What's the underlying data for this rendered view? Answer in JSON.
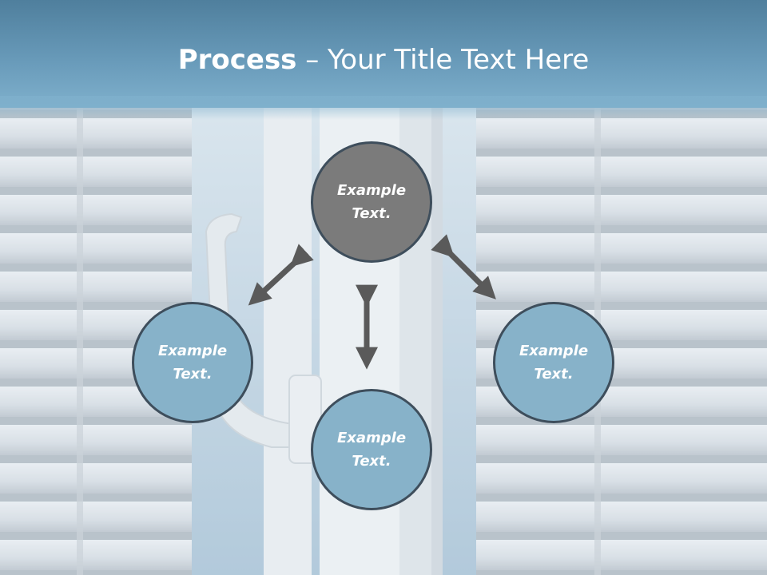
{
  "slide": {
    "title_bold": "Process",
    "title_rest": " – Your Title Text Here"
  },
  "circles": [
    {
      "line1": "Example",
      "line2": "Text.",
      "color": "#7b7b7b"
    },
    {
      "line1": "Example",
      "line2": "Text.",
      "color": "#87b2c9"
    },
    {
      "line1": "Example",
      "line2": "Text.",
      "color": "#87b2c9"
    },
    {
      "line1": "Example",
      "line2": "Text.",
      "color": "#87b2c9"
    }
  ],
  "colors": {
    "header": "#5f93b3",
    "arrow": "#5a5a5a",
    "circle_border": "#3e4e5c"
  }
}
